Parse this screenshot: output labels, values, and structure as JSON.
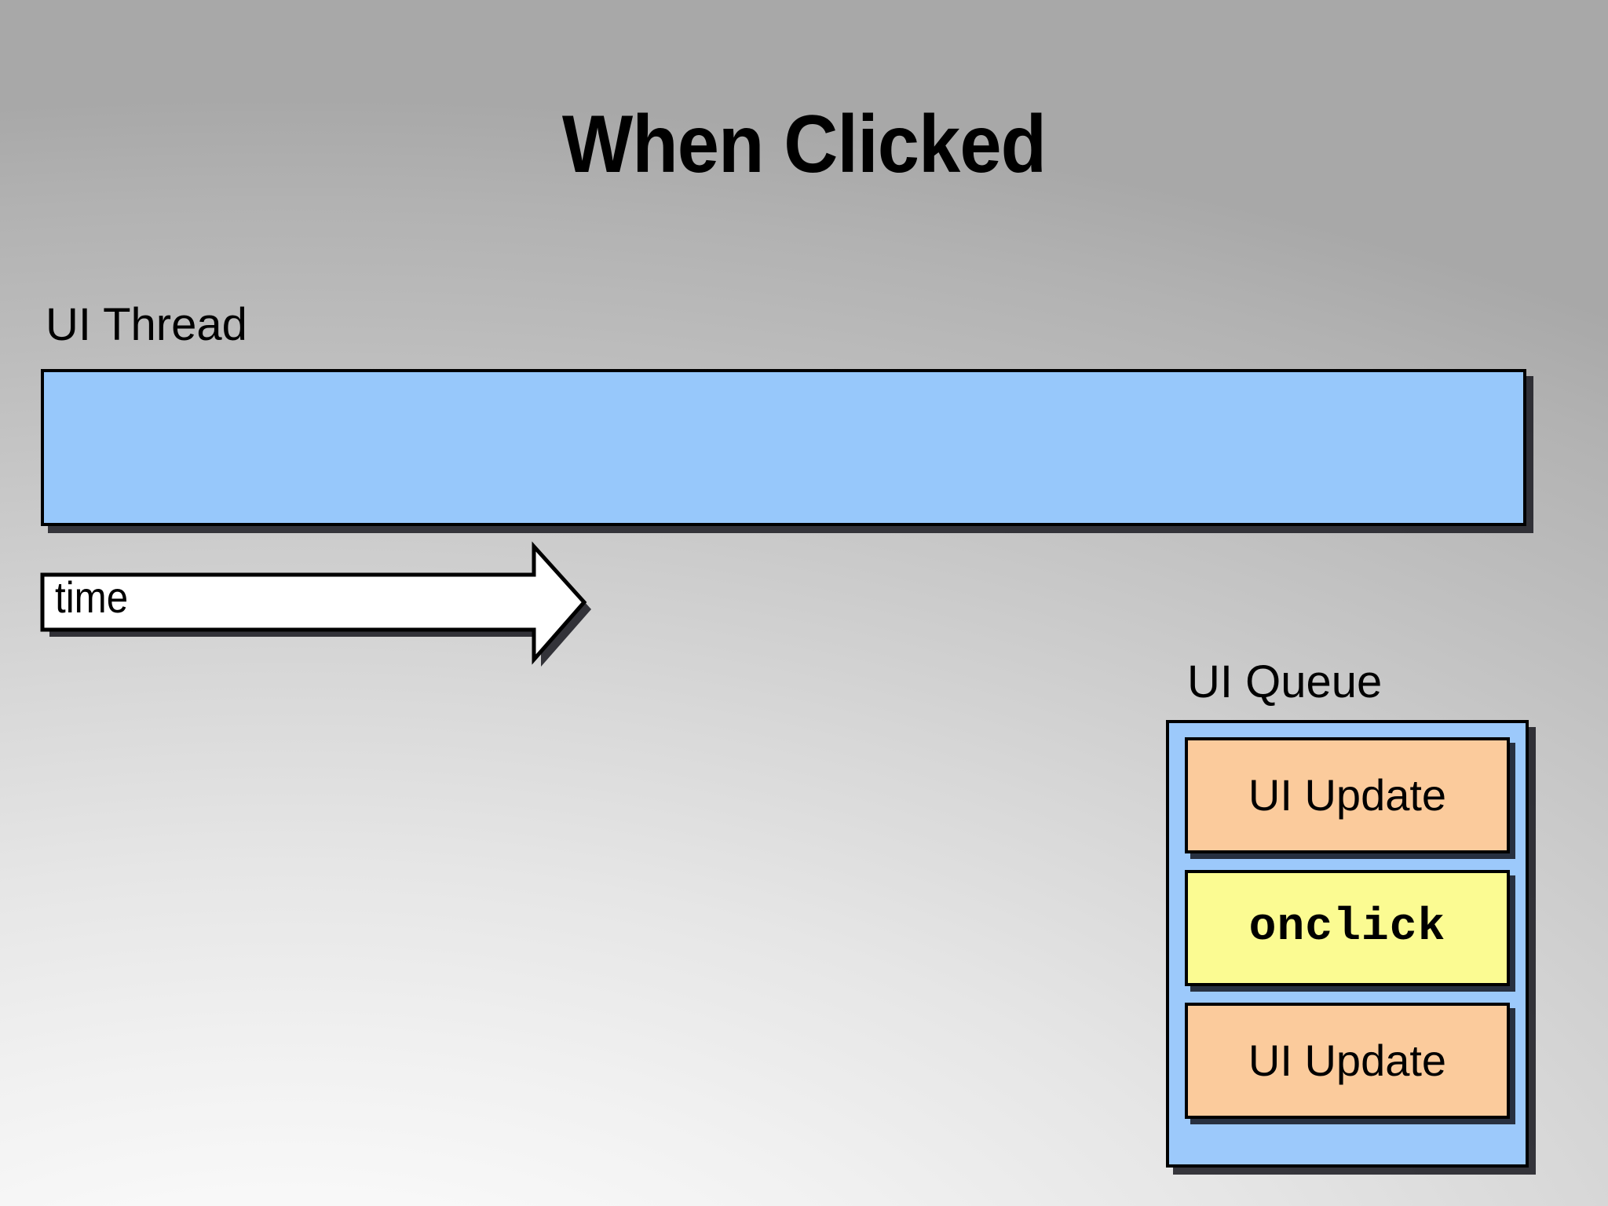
{
  "slide": {
    "title": "When Clicked",
    "background": {
      "light": "#ffffff",
      "dark": "#a8a8a8"
    }
  },
  "timeline": {
    "thread_label": "UI Thread",
    "thread_bar_color": "#97c8fb",
    "time_arrow_label": "time"
  },
  "queue": {
    "label": "UI Queue",
    "container_color": "#9cc9fb",
    "items": [
      {
        "label": "UI Update",
        "kind": "kind-update",
        "color": "#fbcb9c"
      },
      {
        "label": "onclick",
        "kind": "kind-handler",
        "color": "#fbfb92"
      },
      {
        "label": "UI Update",
        "kind": "kind-update",
        "color": "#fbcb9c"
      }
    ]
  }
}
